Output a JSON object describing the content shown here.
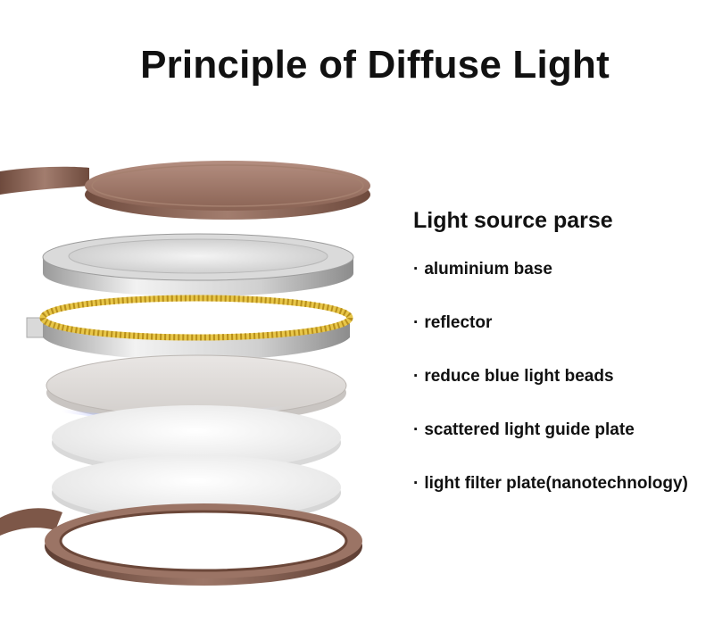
{
  "title": "Principle of Diffuse Light",
  "legend": {
    "heading": "Light source parse",
    "bullet": "·",
    "items": [
      "aluminium base",
      "reflector",
      "reduce blue light beads",
      "scattered light guide plate",
      "light filter plate(nanotechnology)"
    ]
  },
  "layers": [
    {
      "name": "top-cover",
      "color": "#9c7667"
    },
    {
      "name": "aluminium-base",
      "color": "#d6d6d6"
    },
    {
      "name": "reflector",
      "color": "#e8e8e8"
    },
    {
      "name": "led-beads",
      "color": "#e8c74a"
    },
    {
      "name": "light-guide-plate",
      "color": "#e4e1df"
    },
    {
      "name": "light-filter-plate",
      "color": "#f3f3f3"
    },
    {
      "name": "bottom-frame",
      "color": "#8a6455"
    }
  ]
}
